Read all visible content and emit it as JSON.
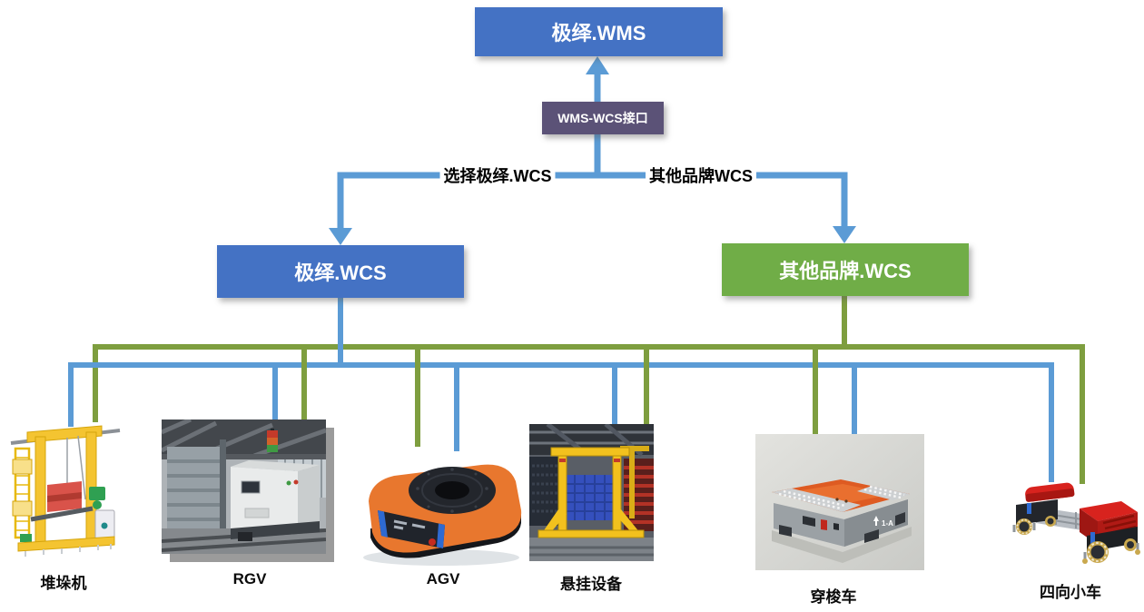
{
  "nodes": {
    "wms": {
      "label": "极绎.WMS",
      "color": "#4472C4"
    },
    "interface": {
      "label": "WMS-WCS接口",
      "color": "#5B5277"
    },
    "jiyi_wcs": {
      "label": "极绎.WCS",
      "color": "#4472C4"
    },
    "other_wcs": {
      "label": "其他品牌.WCS",
      "color": "#70AD47"
    }
  },
  "branches": {
    "left_label": "选择极绎.WCS",
    "right_label": "其他品牌WCS"
  },
  "devices": [
    {
      "id": "stacker-crane",
      "label": "堆垛机"
    },
    {
      "id": "rgv",
      "label": "RGV"
    },
    {
      "id": "agv",
      "label": "AGV"
    },
    {
      "id": "hanging-equipment",
      "label": "悬挂设备"
    },
    {
      "id": "shuttle",
      "label": "穿梭车",
      "badge": "1-A"
    },
    {
      "id": "four-way-shuttle",
      "label": "四向小车"
    }
  ],
  "colors": {
    "blue_node": "#4472C4",
    "green_node": "#70AD47",
    "purple_node": "#5B5277",
    "blue_line": "#5B9BD5",
    "green_line": "#7E9E3F"
  }
}
